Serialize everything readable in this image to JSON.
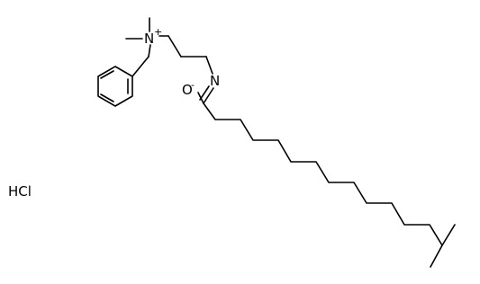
{
  "molecule": {
    "atoms": {
      "nitrogen_quaternary": {
        "symbol": "N",
        "charge": "+"
      },
      "nitrogen_imidate": {
        "symbol": "N"
      },
      "oxygen": {
        "symbol": "O",
        "charge": "-"
      }
    },
    "counterion": "HCl"
  },
  "colors": {
    "bond": "#000000",
    "background": "#ffffff"
  }
}
